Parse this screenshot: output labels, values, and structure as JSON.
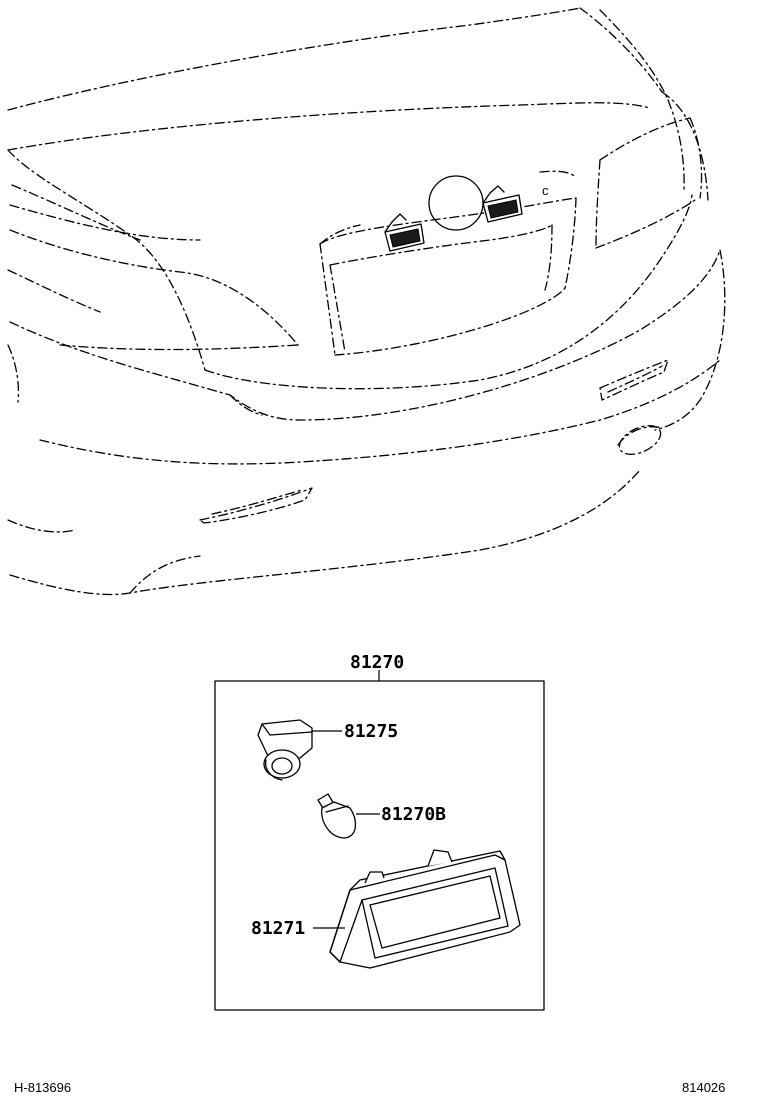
{
  "callouts": {
    "assembly": "81270",
    "socket": "81275",
    "bulb": "81270B",
    "lens_housing": "81271"
  },
  "footer": {
    "left_code": "H-813696",
    "right_code": "814026"
  }
}
